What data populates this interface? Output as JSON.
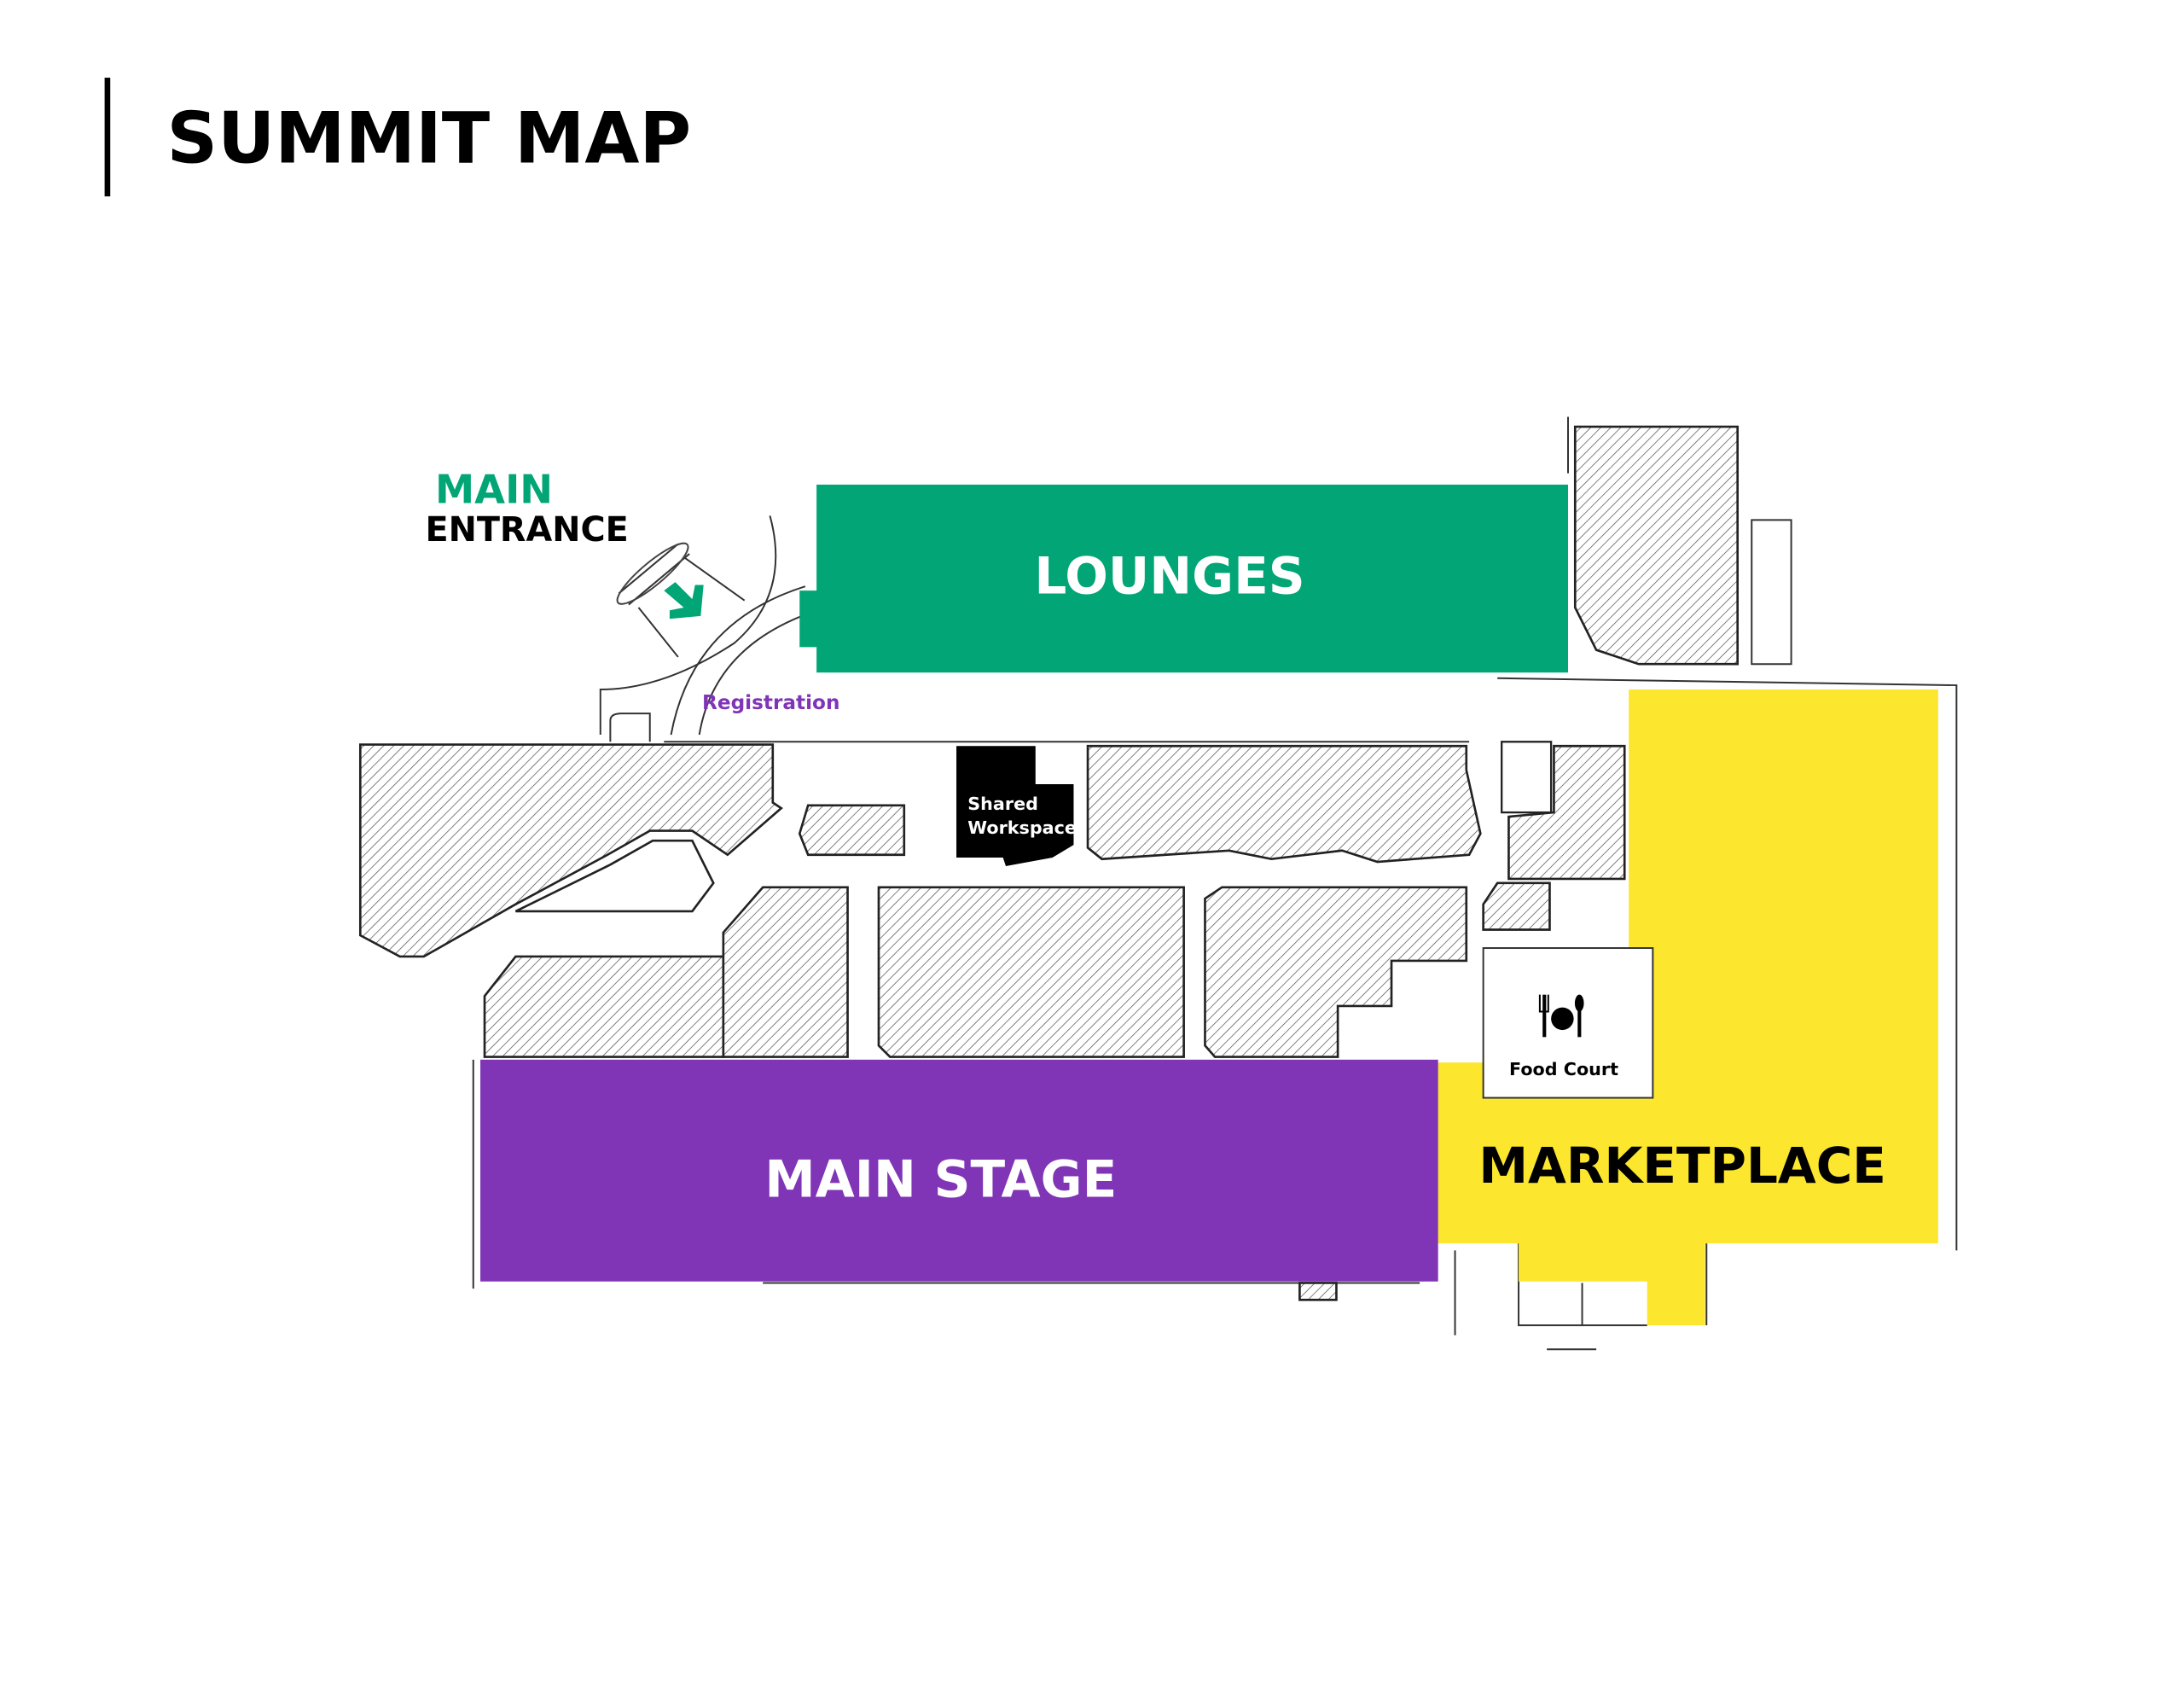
{
  "title": "SUMMIT MAP",
  "entrance": {
    "line1": "MAIN",
    "line2": "ENTRANCE"
  },
  "zones": {
    "lounges": "LOUNGES",
    "main_stage": "MAIN STAGE",
    "marketplace": "MARKETPLACE",
    "shared_workspace_line1": "Shared",
    "shared_workspace_line2": "Workspace",
    "food_court": "Food Court",
    "registration": "Registration"
  },
  "colors": {
    "lounges": "#02a676",
    "main_stage": "#7f35b6",
    "marketplace": "#fce62e",
    "shared_workspace": "#000000",
    "registration": "#7f35b6"
  },
  "icons": {
    "food_court": "fork-plate-spoon-icon",
    "entrance": "arrow-down-right-icon"
  }
}
